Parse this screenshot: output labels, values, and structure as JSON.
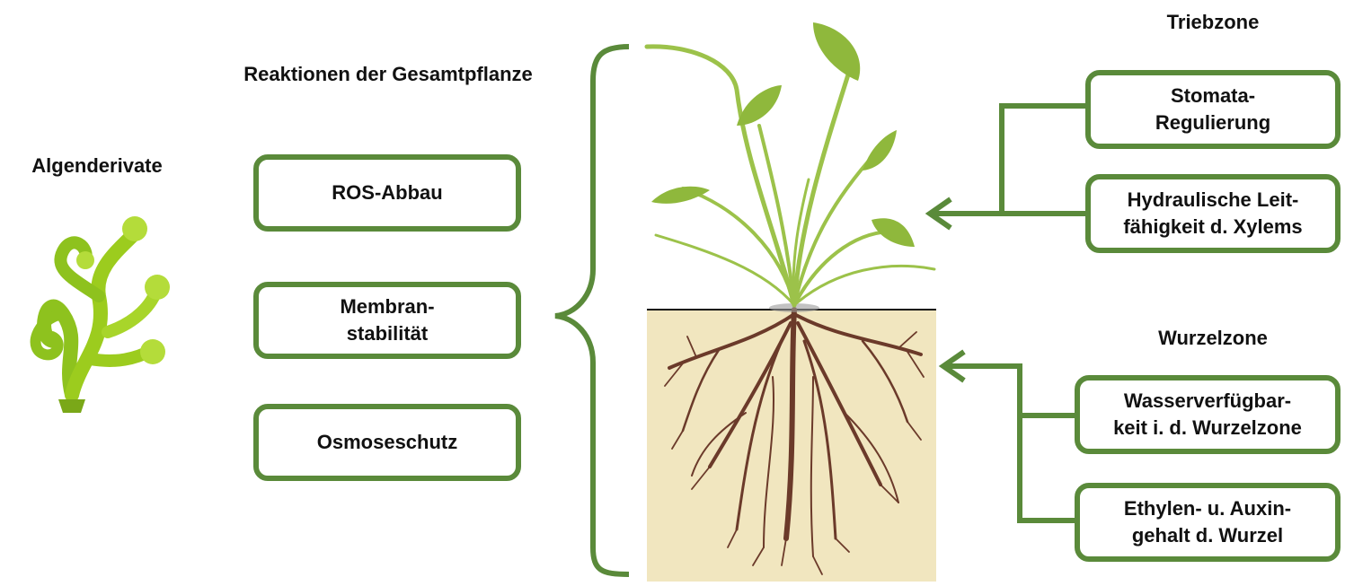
{
  "headings": {
    "algae": "Algenderivate",
    "whole_plant": "Reaktionen der Gesamtpflanze",
    "shoot_zone": "Triebzone",
    "root_zone": "Wurzelzone"
  },
  "left_boxes": [
    "ROS-Abbau",
    "Membran-\nstabilität",
    "Osmoseschutz"
  ],
  "shoot_boxes": [
    "Stomata-\nRegulierung",
    "Hydraulische Leit-\nfähigkeit d. Xylems"
  ],
  "root_boxes": [
    "Wasserverfügbar-\nkeit i. d. Wurzelzone",
    "Ethylen- u. Auxin-\ngehalt d. Wurzel"
  ],
  "colors": {
    "frame_green": "#5a8a3a",
    "leaf_green": "#8fb83c",
    "algae_green": "#9ccc1e",
    "soil": "#f1e6bf",
    "root_brown": "#6b3a2a"
  }
}
